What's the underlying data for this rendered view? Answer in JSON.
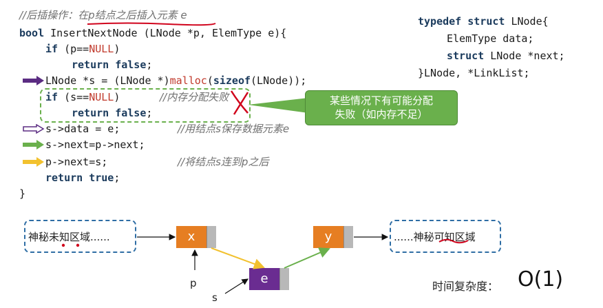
{
  "code": {
    "comment_title_prefix": "//后插操作：",
    "comment_title_underlined": "在p结点之后插入元素 e",
    "line1_kw": "bool",
    "line1_rest": " InsertNextNode (LNode *p, ElemType e){",
    "line2_kw": "if",
    "line2_a": " (p==",
    "line2_null": "NULL",
    "line2_b": ")",
    "line3_kw": "return false",
    "line3_b": ";",
    "line4_a": "LNode *s = (LNode *)",
    "line4_malloc": "malloc",
    "line4_b": "(",
    "line4_sizeof": "sizeof",
    "line4_c": "(LNode));",
    "line5_kw": "if",
    "line5_a": " (s==",
    "line5_null": "NULL",
    "line5_b": ")",
    "line5_comment": "//内存分配失败",
    "line6_kw": "return false",
    "line6_b": ";",
    "line7_a": "s->data = e;",
    "line7_comment": "//用结点s保存数据元素e",
    "line8_a": "s->next=p->next;",
    "line9_a": "p->next=s;",
    "line9_comment": "//将结点s连到p之后",
    "line10_kw": "return true",
    "line10_b": ";",
    "line11": "}"
  },
  "typedef": {
    "l1_kw": "typedef struct",
    "l1_b": " LNode{",
    "l2": "ElemType data;",
    "l3_kw": "struct",
    "l3_b": " LNode *next;",
    "l4": "}LNode, *LinkList;"
  },
  "note": {
    "line1": "某些情况下有可能分配",
    "line2": "失败（如内存不足）"
  },
  "diagram": {
    "left_region": "神秘未知区域......",
    "right_region": "......神秘可知区域",
    "node_x": "x",
    "node_y": "y",
    "node_e": "e",
    "pointer_p": "p",
    "pointer_s": "s"
  },
  "complexity": {
    "label": "时间复杂度：",
    "value": "O(1)"
  },
  "colors": {
    "arrow_purple": "#5b2c82",
    "arrow_green": "#6ab04c",
    "arrow_yellow": "#f2c12e",
    "node_orange": "#e67e22",
    "node_purple": "#6a2c91",
    "dash_blue": "#2e6da4",
    "mark_red": "#d0021b"
  }
}
